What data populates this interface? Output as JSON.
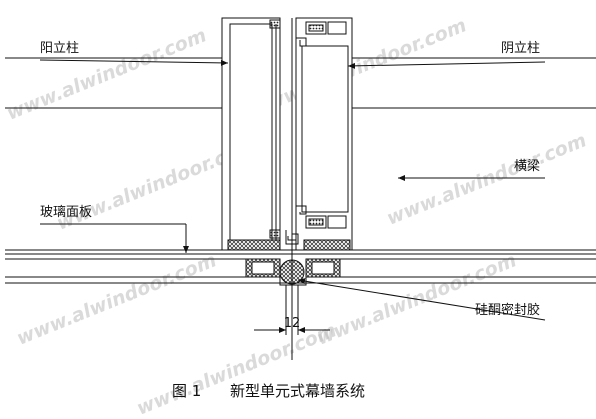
{
  "labels": {
    "left_mullion": "阳立柱",
    "right_mullion": "阴立柱",
    "transom": "横梁",
    "glass_panel": "玻璃面板",
    "sealant": "硅酮密封胶"
  },
  "dimension": "12",
  "caption": {
    "figure_no": "图 1",
    "title": "新型单元式幕墙系统"
  },
  "watermark": "www.alwindoor.com",
  "colors": {
    "line": "#111111",
    "hatch": "#333333",
    "watermark": "#bdbdbd"
  }
}
